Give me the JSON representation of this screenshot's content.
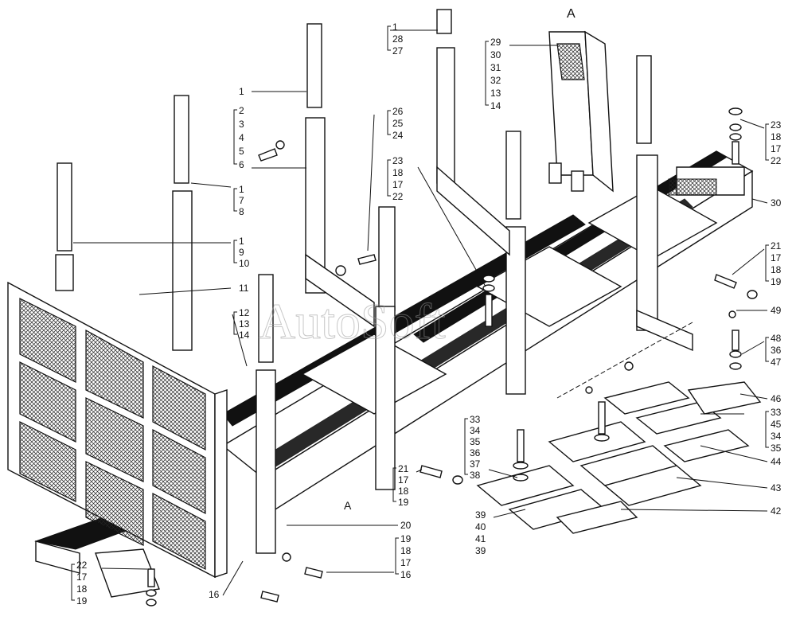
{
  "watermark": "AutoSoft",
  "view_callout": {
    "label": "A"
  },
  "detail_view": {
    "title": "A"
  },
  "callouts": [
    {
      "id": "c1",
      "labels": [
        "1"
      ]
    },
    {
      "id": "c2",
      "labels": [
        "2",
        "3",
        "4",
        "5",
        "6"
      ]
    },
    {
      "id": "c3",
      "labels": [
        "1",
        "7",
        "8"
      ]
    },
    {
      "id": "c4",
      "labels": [
        "1",
        "9",
        "10"
      ]
    },
    {
      "id": "c5",
      "labels": [
        "11"
      ]
    },
    {
      "id": "c6",
      "labels": [
        "12",
        "13",
        "14"
      ]
    },
    {
      "id": "c7",
      "labels": [
        "26",
        "25",
        "24"
      ]
    },
    {
      "id": "c8",
      "labels": [
        "1",
        "28",
        "27"
      ]
    },
    {
      "id": "c9",
      "labels": [
        "29",
        "30",
        "31",
        "32",
        "13",
        "14"
      ]
    },
    {
      "id": "c10",
      "labels": [
        "23",
        "18",
        "17",
        "22"
      ]
    },
    {
      "id": "c11",
      "labels": [
        "23",
        "18",
        "17",
        "22"
      ]
    },
    {
      "id": "c12",
      "labels": [
        "30"
      ]
    },
    {
      "id": "c13",
      "labels": [
        "21",
        "17",
        "18",
        "19"
      ]
    },
    {
      "id": "c14",
      "labels": [
        "49"
      ]
    },
    {
      "id": "c15",
      "labels": [
        "48",
        "36",
        "47"
      ]
    },
    {
      "id": "c16",
      "labels": [
        "46"
      ]
    },
    {
      "id": "c17",
      "labels": [
        "33",
        "45",
        "34",
        "35"
      ]
    },
    {
      "id": "c18",
      "labels": [
        "44"
      ]
    },
    {
      "id": "c19",
      "labels": [
        "43"
      ]
    },
    {
      "id": "c20",
      "labels": [
        "42"
      ]
    },
    {
      "id": "c21",
      "labels": [
        "33",
        "34",
        "35",
        "36",
        "37",
        "38"
      ]
    },
    {
      "id": "c22",
      "labels": [
        "39",
        "40",
        "41",
        "39"
      ]
    },
    {
      "id": "c23",
      "labels": [
        "21",
        "17",
        "18",
        "19"
      ]
    },
    {
      "id": "c24",
      "labels": [
        "20"
      ]
    },
    {
      "id": "c25",
      "labels": [
        "19",
        "18",
        "17",
        "16"
      ]
    },
    {
      "id": "c26",
      "labels": [
        "16"
      ]
    },
    {
      "id": "c27",
      "labels": [
        "22",
        "17",
        "18",
        "19"
      ]
    },
    {
      "id": "c28",
      "labels": [
        "A"
      ]
    }
  ]
}
